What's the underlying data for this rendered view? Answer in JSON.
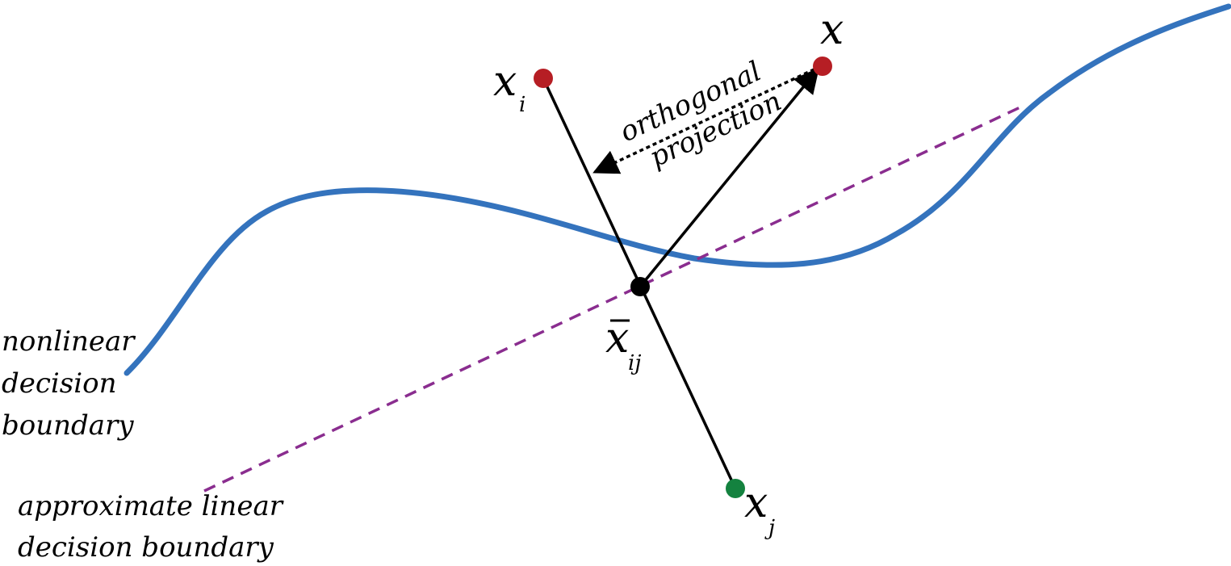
{
  "labels": {
    "x": "x",
    "x_i_main": "x",
    "x_i_sub": "i",
    "x_j_main": "x",
    "x_j_sub": "j",
    "x_bar_main": "x",
    "x_bar_sub": "ij",
    "projection_line1": "orthogonal",
    "projection_line2": "projection",
    "nonlinear_line1": "nonlinear",
    "nonlinear_line2": "decision",
    "nonlinear_line3": "boundary",
    "linear_line1": "approximate linear",
    "linear_line2": "decision boundary"
  },
  "colors": {
    "nonlinear_boundary": "#3473bd",
    "linear_boundary": "#8a2d8f",
    "point_x": "#b61e24",
    "point_x_i": "#b61e24",
    "point_x_j": "#14823f",
    "midpoint": "#000000",
    "segment": "#000000"
  }
}
